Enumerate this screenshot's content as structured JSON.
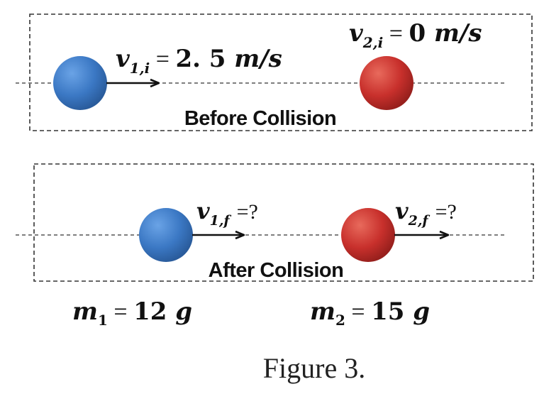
{
  "colors": {
    "ball_1": "#3b78c4",
    "ball_2": "#c8302c",
    "border": "#333333",
    "arrow": "#111111"
  },
  "before": {
    "label": "Before Collision",
    "v1": {
      "symbol": "v",
      "sub": "1,i",
      "equals": " = ",
      "value": "2. 5",
      "unit": "m/s"
    },
    "v2": {
      "symbol": "v",
      "sub": "2,i",
      "equals": " = ",
      "value": "0",
      "unit": "m/s"
    }
  },
  "after": {
    "label": "After Collision",
    "v1": {
      "symbol": "v",
      "sub": "1,f",
      "rest": "=?"
    },
    "v2": {
      "symbol": "v",
      "sub": "2,f",
      "rest": "=?"
    }
  },
  "masses": {
    "m1": {
      "symbol": "m",
      "sub": "1",
      "equals": " = ",
      "value": "12",
      "unit": "g"
    },
    "m2": {
      "symbol": "m",
      "sub": "2",
      "equals": " = ",
      "value": "15",
      "unit": "g"
    }
  },
  "caption": "Figure 3."
}
